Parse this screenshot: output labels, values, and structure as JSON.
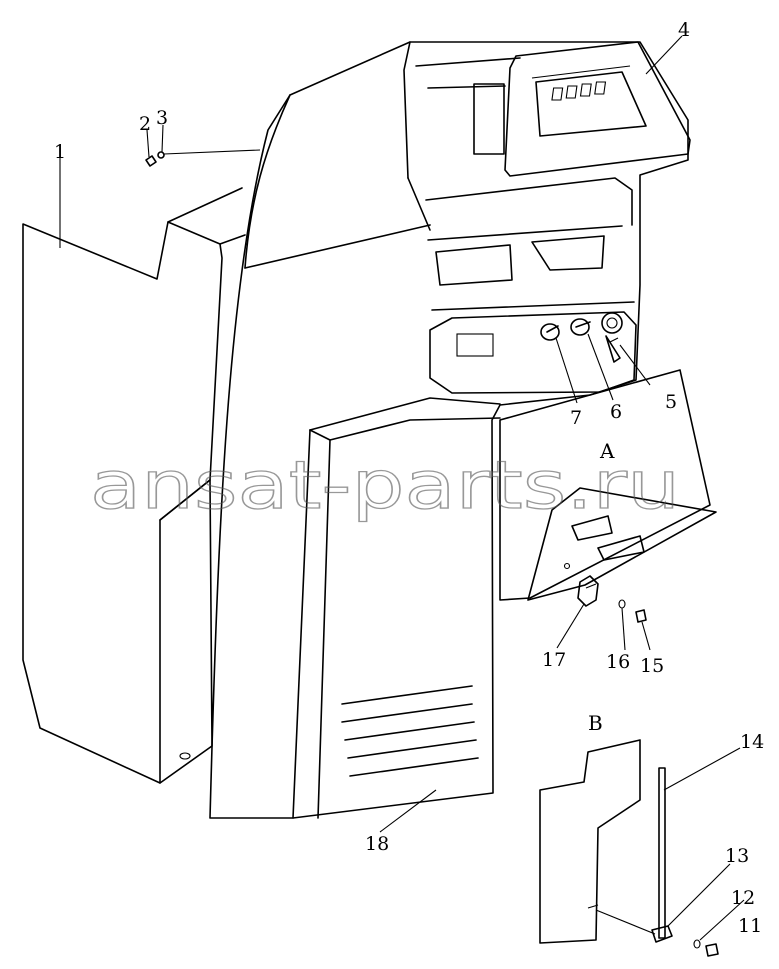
{
  "watermark": "ansat-parts.ru",
  "views": {
    "a": "A",
    "b": "B"
  },
  "callouts": {
    "p1": "1",
    "p2": "2",
    "p3": "3",
    "p4": "4",
    "p5": "5",
    "p6": "6",
    "p7": "7",
    "p11": "11",
    "p12": "12",
    "p13": "13",
    "p14": "14",
    "p15": "15",
    "p16": "16",
    "p17": "17",
    "p18": "18"
  }
}
